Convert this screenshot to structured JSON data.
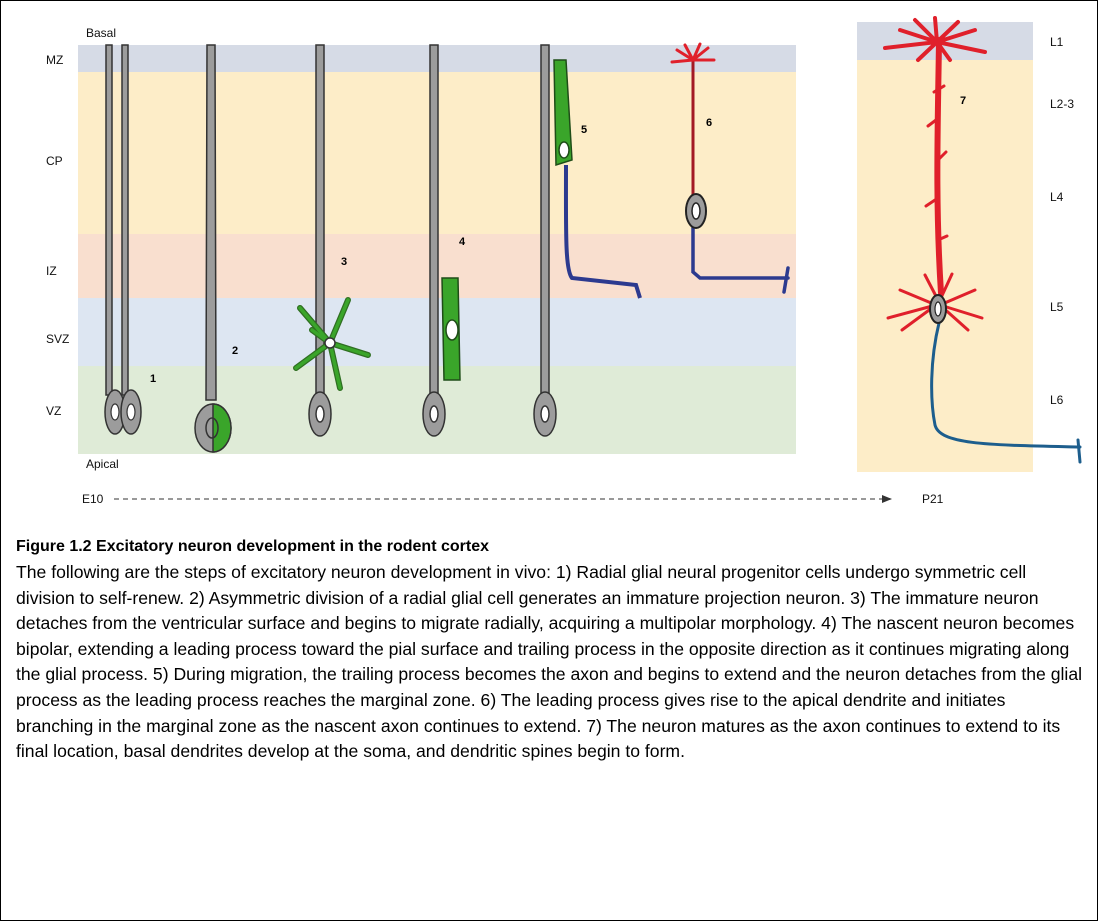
{
  "figure": {
    "zones_left": [
      "MZ",
      "CP",
      "IZ",
      "SVZ",
      "VZ"
    ],
    "basal": "Basal",
    "apical": "Apical",
    "layers_right": [
      "L1",
      "L2-3",
      "L4",
      "L5",
      "L6"
    ],
    "steps": [
      "1",
      "2",
      "3",
      "4",
      "5",
      "6",
      "7"
    ],
    "timeline": {
      "start": "E10",
      "end": "P21"
    },
    "colors": {
      "mz": "#d6dbe6",
      "cp": "#fdedc8",
      "iz": "#f9dfcf",
      "svz": "#dde6f2",
      "vz": "#dfebd7",
      "glia": "#9c9c9c",
      "neuron_green": "#3aa52a",
      "dendrite_red": "#e0202b",
      "axon_blue": "#2c3a8f",
      "axon_teal": "#1d5e8d"
    }
  },
  "caption": {
    "title": "Figure 1.2 Excitatory neuron development in the rodent cortex",
    "body": "The following are the steps of excitatory neuron development in vivo: 1) Radial glial neural progenitor cells undergo symmetric cell division to self-renew. 2) Asymmetric division of a radial glial cell generates an immature projection neuron. 3) The immature neuron detaches from the ventricular surface and begins to migrate radially, acquiring a multipolar morphology. 4) The nascent neuron becomes bipolar, extending a leading process toward the pial surface and trailing process in the opposite direction as it continues migrating along the glial process. 5) During migration, the trailing process becomes the axon and begins to extend and the neuron detaches from the glial process as the leading process reaches the marginal zone. 6) The leading process gives rise to the apical dendrite and initiates branching in the marginal zone as the nascent axon continues to extend. 7) The neuron matures as the axon continues to extend to its final location, basal dendrites develop at the soma, and dendritic spines begin to form."
  }
}
